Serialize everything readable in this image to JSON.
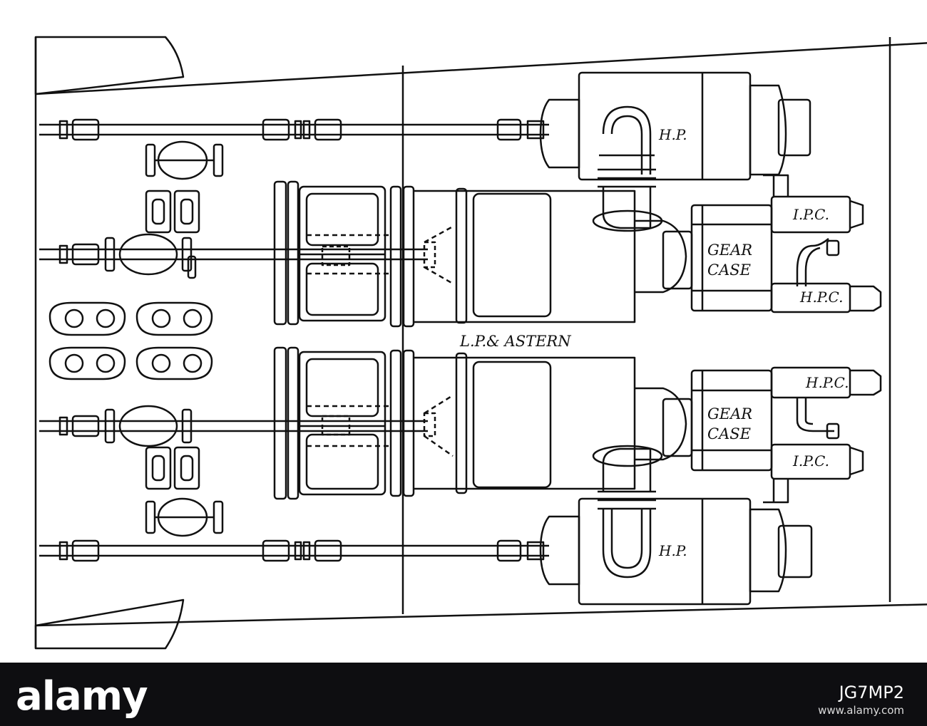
{
  "diagram": {
    "labels": {
      "hp_upper": "H.P.",
      "hp_lower": "H.P.",
      "ipc_upper": "I.P.C.",
      "ipc_lower": "I.P.C.",
      "hpc_upper": "H.P.C.",
      "hpc_lower": "H.P.C.",
      "gear_case_upper": [
        "GEAR",
        "CASE"
      ],
      "gear_case_lower": [
        "GEAR",
        "CASE"
      ],
      "lp_astern": "L.P.& ASTERN"
    },
    "colors": {
      "ink": "#111111",
      "paper": "#ffffff"
    }
  },
  "watermark": {
    "logo_text": "alamy",
    "image_id": "JG7MP2",
    "url": "www.alamy.com",
    "background": "#0e0e11"
  }
}
